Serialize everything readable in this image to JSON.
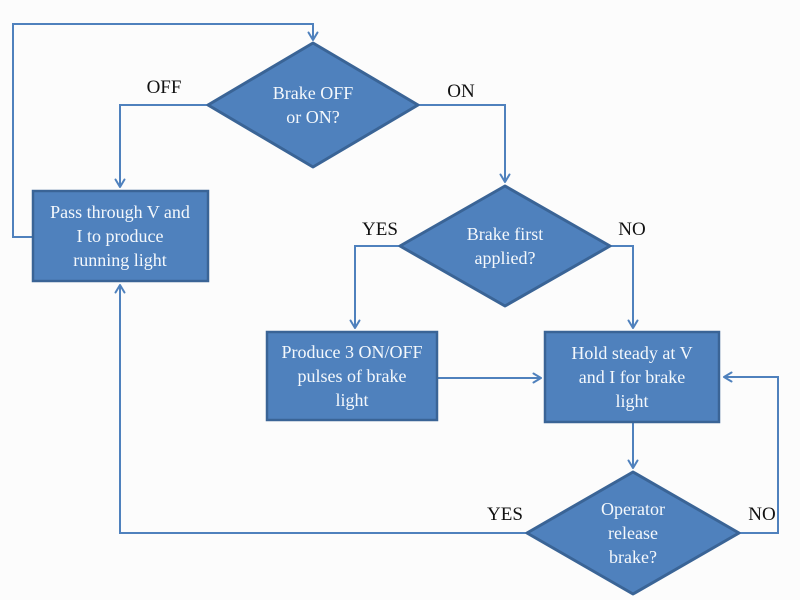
{
  "flowchart": {
    "nodes": {
      "brake_on_off": {
        "type": "decision",
        "label": "Brake OFF\nor ON?"
      },
      "running_light": {
        "type": "process",
        "label": "Pass through V and\nI to produce\nrunning light"
      },
      "brake_first": {
        "type": "decision",
        "label": "Brake first\napplied?"
      },
      "brake_pulses": {
        "type": "process",
        "label": "Produce 3 ON/OFF\npulses of brake\nlight"
      },
      "hold_steady": {
        "type": "process",
        "label": "Hold steady at V\nand I for brake\nlight"
      },
      "operator_release": {
        "type": "decision",
        "label": "Operator\nrelease\nbrake?"
      }
    },
    "edge_labels": {
      "brake_off": "OFF",
      "brake_on": "ON",
      "first_yes": "YES",
      "first_no": "NO",
      "release_yes": "YES",
      "release_no": "NO"
    },
    "colors": {
      "shape_fill": "#4f81bd",
      "shape_border": "#3a6496",
      "connector": "#4f81bd",
      "shape_text": "#f4f8fc",
      "label_text": "#111111"
    }
  }
}
